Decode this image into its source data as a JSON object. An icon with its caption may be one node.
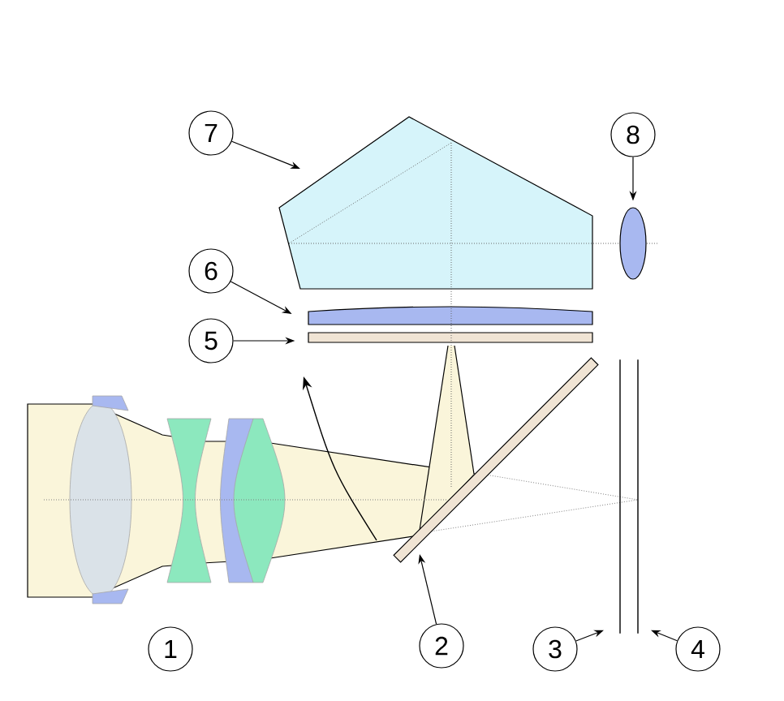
{
  "diagram": {
    "nodes": [
      {
        "text": [
          "1"
        ]
      },
      {
        "text": [
          "2"
        ]
      },
      {
        "text": [
          "3"
        ]
      },
      {
        "text": [
          "4"
        ]
      },
      {
        "text": [
          "5"
        ]
      },
      {
        "text": [
          "6"
        ]
      },
      {
        "text": [
          "7"
        ]
      },
      {
        "text": [
          "8"
        ]
      },
      {
        "text": [],
        "shape": "prism"
      },
      {
        "text": [],
        "shape": "lens"
      },
      {
        "text": [],
        "shape": "lens"
      },
      {
        "text": [],
        "shape": "bar"
      },
      {
        "text": [],
        "shape": "bar"
      },
      {
        "text": [],
        "shape": "line"
      },
      {
        "text": [],
        "shape": "line"
      }
    ],
    "edges": [
      {
        "from": 1,
        "to": 12,
        "arrow": "to"
      },
      {
        "from": 2,
        "to": 13,
        "arrow": "to"
      },
      {
        "from": 3,
        "to": 14,
        "arrow": "to"
      },
      {
        "from": 4,
        "to": 11,
        "arrow": "to"
      },
      {
        "from": 5,
        "to": 10,
        "arrow": "to"
      },
      {
        "from": 6,
        "to": 8,
        "arrow": "to"
      },
      {
        "from": 7,
        "to": 9,
        "arrow": "to"
      }
    ]
  }
}
